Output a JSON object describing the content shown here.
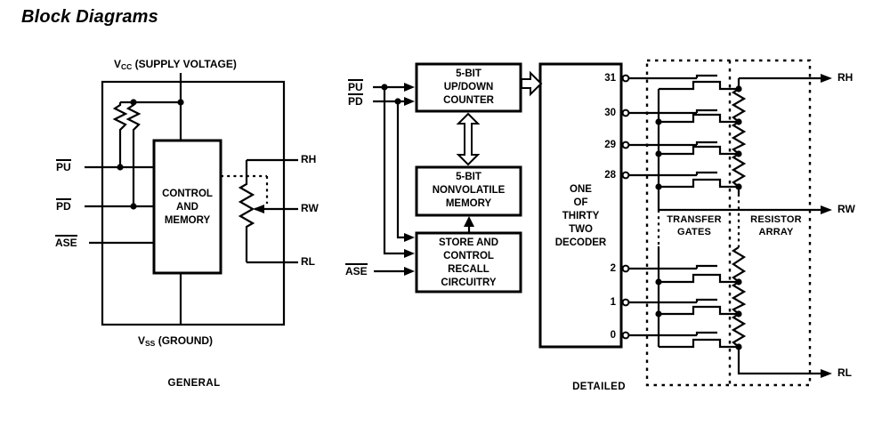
{
  "title": "Block Diagrams",
  "colors": {
    "ink": "#000000",
    "paper": "#ffffff"
  },
  "general": {
    "caption": "GENERAL",
    "vcc": {
      "v": "V",
      "sub": "CC",
      "rest": " (SUPPLY VOLTAGE)"
    },
    "vss": {
      "v": "V",
      "sub": "SS",
      "rest": " (GROUND)"
    },
    "pu": "PU",
    "pd": "PD",
    "ase": "ASE",
    "control_lines": [
      "CONTROL",
      "AND",
      "MEMORY"
    ],
    "rh": "RH",
    "rw": "RW",
    "rl": "RL"
  },
  "detailed": {
    "caption": "DETAILED",
    "pu": "PU",
    "pd": "PD",
    "ase": "ASE",
    "counter_lines": [
      "5-BIT",
      "UP/DOWN",
      "COUNTER"
    ],
    "memory_lines": [
      "5-BIT",
      "NONVOLATILE",
      "MEMORY"
    ],
    "store_lines": [
      "STORE AND",
      "CONTROL",
      "RECALL",
      "CIRCUITRY"
    ],
    "decoder_lines": [
      "ONE",
      "OF",
      "THIRTY",
      "TWO",
      "DECODER"
    ],
    "pins": [
      "31",
      "30",
      "29",
      "28",
      "2",
      "1",
      "0"
    ],
    "transfer_lines": [
      "TRANSFER",
      "GATES"
    ],
    "resistor_lines": [
      "RESISTOR",
      "ARRAY"
    ],
    "rh": "RH",
    "rw": "RW",
    "rl": "RL"
  }
}
